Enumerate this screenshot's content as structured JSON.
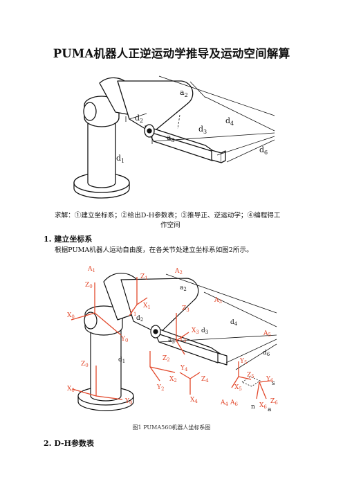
{
  "title": "PUMA机器人正逆运动学推导及运动空间解算",
  "fig1_labels": {
    "a2": "a",
    "a2_sub": "2",
    "d2": "d",
    "d2_sub": "2",
    "d3": "d",
    "d3_sub": "3",
    "a3": "a",
    "a3_sub": "3",
    "d4": "d",
    "d4_sub": "4",
    "d1": "d",
    "d1_sub": "1",
    "d6": "d",
    "d6_sub": "6"
  },
  "intro": {
    "line1": "求解：①建立坐标系；②给出D-H参数表；③推导正、逆运动学；④编程得工",
    "line2": "作空间"
  },
  "section1": {
    "heading": "1.  建立坐标系",
    "text": "根据PUMA机器人运动自由度，在各关节处建立坐标系如图2所示。"
  },
  "fig2_labels": {
    "A1": "A",
    "A1_sub": "1",
    "A2": "A",
    "A2_sub": "2",
    "A3": "A",
    "A3_sub": "3",
    "A4": "A",
    "A4_sub": "4",
    "A5": "A",
    "A5_sub": "5",
    "A6": "A",
    "A6_sub": "6",
    "Z0": "Z",
    "Z0_sub": "0",
    "Z0b": "Z",
    "Z0b_sub": "0",
    "X0": "X",
    "X0_sub": "0",
    "X0b": "X",
    "X0b_sub": "0",
    "Y0": "Y",
    "Y0_sub": "0",
    "Y0b": "Y",
    "Y0b_sub": "0",
    "Z1": "Z",
    "Z1_sub": "1",
    "X1": "X",
    "X1_sub": "1",
    "Y1": "Y",
    "Y1_sub": "1",
    "Z2": "Z",
    "Z2_sub": "2",
    "X2": "X",
    "X2_sub": "2",
    "Y2": "Y",
    "Y2_sub": "2",
    "Z3": "Z",
    "Z3_sub": "3",
    "X3": "X",
    "X3_sub": "3",
    "Y3": "Y",
    "Y3_sub": "3",
    "Z4": "Z",
    "Z4_sub": "4",
    "X4": "X",
    "X4_sub": "4",
    "Y4": "Y",
    "Y4_sub": "4",
    "Z5": "Z",
    "Z5_sub": "5",
    "X5": "X",
    "X5_sub": "5",
    "Y5": "Y",
    "Y5_sub": "5",
    "Z6": "Z",
    "Z6_sub": "6",
    "X6": "X",
    "X6_sub": "6",
    "Y6": "Y",
    "Y6_sub": "6",
    "a2": "a",
    "a2_sub": "2",
    "d2": "d",
    "d2_sub": "2",
    "d3": "d",
    "d3_sub": "3",
    "a3": "a",
    "a3_sub": "3",
    "d4": "d",
    "d4_sub": "4",
    "d1": "d",
    "d1_sub": "1",
    "d6": "d",
    "d6_sub": "6",
    "s": "s",
    "n": "n",
    "a": "a"
  },
  "fig2_caption": "图1 PUMA560机器人坐标系图",
  "section2": {
    "heading": "2.  D-H参数表"
  },
  "colors": {
    "frame_red": "#e2472a",
    "ink": "#111111"
  }
}
